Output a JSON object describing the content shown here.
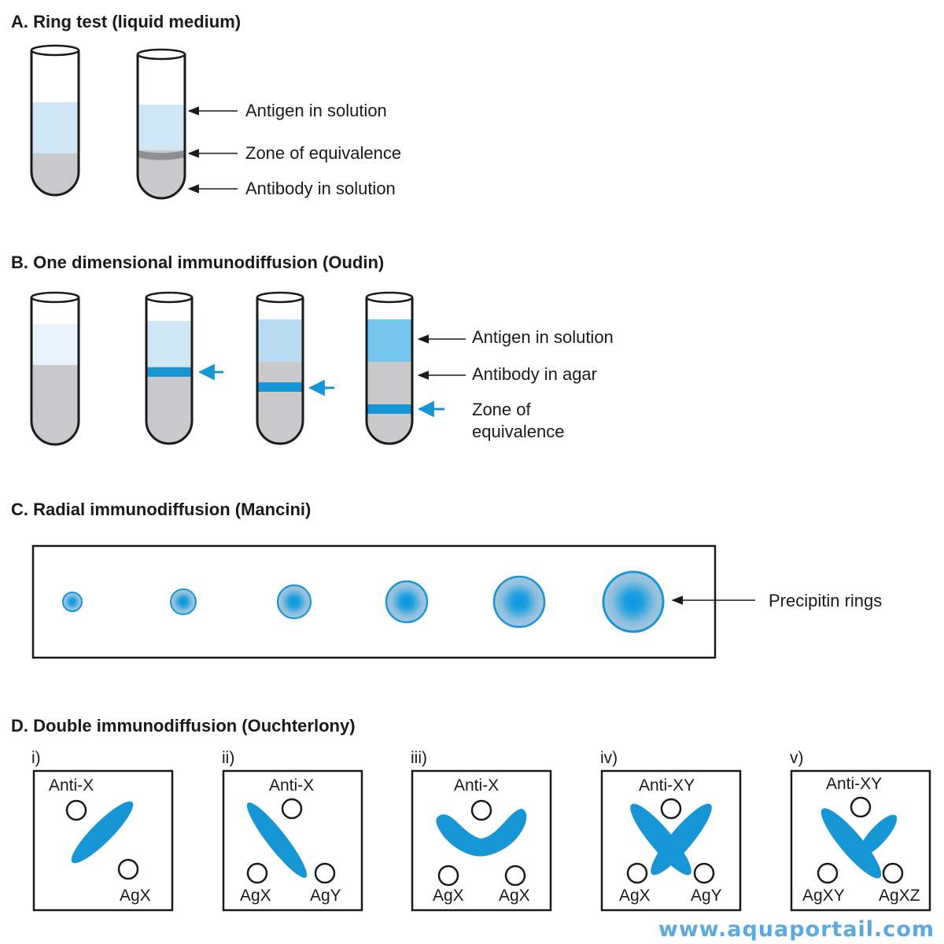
{
  "colors": {
    "antigen_light": "#cfe6f7",
    "antigen": "#b8dcf4",
    "antigen_strong": "#74c4ee",
    "agar": "#c9c9cc",
    "precipitin": "#1796d6",
    "ink": "#1a1a1a",
    "watermark": "#5aa9e0"
  },
  "section_a": {
    "heading": "A.  Ring test (liquid medium)",
    "labels": [
      "Antigen in solution",
      "Zone of equivalence",
      "Antibody in solution"
    ]
  },
  "section_b": {
    "heading": "B.  One dimensional immunodiffusion (Oudin)",
    "labels": [
      "Antigen in solution",
      "Antibody in agar",
      "Zone of",
      "equivalence"
    ],
    "tube_count": 4
  },
  "section_c": {
    "heading": "C.  Radial immunodiffusion (Mancini)",
    "label": "Precipitin rings",
    "ring_count": 6
  },
  "section_d": {
    "heading": "D.  Double immunodiffusion (Ouchterlony)",
    "panels": [
      {
        "numeral": "i)",
        "top": "Anti-X",
        "left": "",
        "right": "AgX",
        "pattern": "identity-diagonal"
      },
      {
        "numeral": "ii)",
        "top": "Anti-X",
        "left": "AgX",
        "right": "AgY",
        "pattern": "diagonal-reverse"
      },
      {
        "numeral": "iii)",
        "top": "Anti-X",
        "left": "AgX",
        "right": "AgX",
        "pattern": "identity-arc"
      },
      {
        "numeral": "iv)",
        "top": "Anti-XY",
        "left": "AgX",
        "right": "AgY",
        "pattern": "non-identity-cross"
      },
      {
        "numeral": "v)",
        "top": "Anti-XY",
        "left": "AgXY",
        "right": "AgXZ",
        "pattern": "partial-identity-spur"
      }
    ]
  },
  "watermark": "www.aquaportail.com"
}
